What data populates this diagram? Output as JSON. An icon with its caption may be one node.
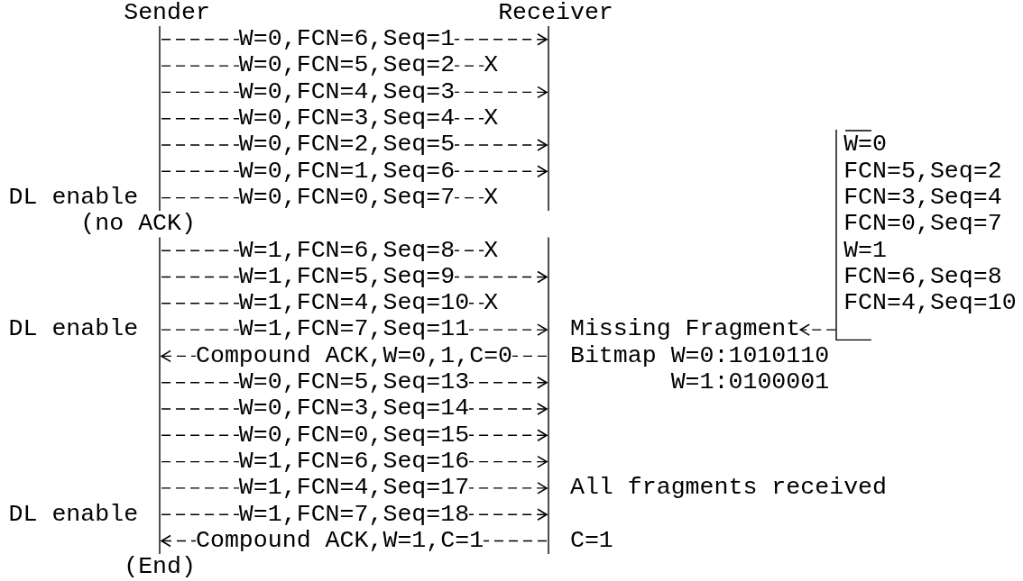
{
  "diagram": {
    "nodes": [
      {
        "text": [
          "Sender"
        ]
      },
      {
        "text": [
          "Receiver"
        ]
      },
      {
        "text": [
          "W=0",
          "FCN=5,Seq=2",
          "FCN=3,Seq=4",
          "FCN=0,Seq=7",
          "W=1",
          "FCN=6,Seq=8",
          "FCN=4,Seq=10"
        ]
      },
      {
        "text": [
          "Missing Fragment"
        ]
      },
      {
        "text": [
          "X"
        ]
      },
      {
        "text": [
          "X"
        ]
      },
      {
        "text": [
          "X"
        ]
      },
      {
        "text": [
          "X"
        ]
      },
      {
        "text": [
          "X"
        ]
      }
    ],
    "edges": [
      {
        "from": 0,
        "to": 1,
        "arrow": "to",
        "label": "W=0,FCN=6,Seq=1"
      },
      {
        "from": 0,
        "to": 4,
        "arrow": "none",
        "label": "W=0,FCN=5,Seq=2"
      },
      {
        "from": 0,
        "to": 1,
        "arrow": "to",
        "label": "W=0,FCN=4,Seq=3"
      },
      {
        "from": 0,
        "to": 5,
        "arrow": "none",
        "label": "W=0,FCN=3,Seq=4"
      },
      {
        "from": 0,
        "to": 1,
        "arrow": "to",
        "label": "W=0,FCN=2,Seq=5"
      },
      {
        "from": 0,
        "to": 1,
        "arrow": "to",
        "label": "W=0,FCN=1,Seq=6"
      },
      {
        "from": 0,
        "to": 6,
        "arrow": "none",
        "label": "W=0,FCN=0,Seq=7"
      },
      {
        "from": 0,
        "to": 7,
        "arrow": "none",
        "label": "W=1,FCN=6,Seq=8"
      },
      {
        "from": 0,
        "to": 1,
        "arrow": "to",
        "label": "W=1,FCN=5,Seq=9"
      },
      {
        "from": 0,
        "to": 8,
        "arrow": "none",
        "label": "W=1,FCN=4,Seq=10"
      },
      {
        "from": 0,
        "to": 1,
        "arrow": "to",
        "label": "W=1,FCN=7,Seq=11"
      },
      {
        "from": 1,
        "to": 0,
        "arrow": "to",
        "label": "Compound ACK,W=0,1,C=0"
      },
      {
        "from": 0,
        "to": 1,
        "arrow": "to",
        "label": "W=0,FCN=5,Seq=13"
      },
      {
        "from": 0,
        "to": 1,
        "arrow": "to",
        "label": "W=0,FCN=3,Seq=14"
      },
      {
        "from": 0,
        "to": 1,
        "arrow": "to",
        "label": "W=0,FCN=0,Seq=15"
      },
      {
        "from": 0,
        "to": 1,
        "arrow": "to",
        "label": "W=1,FCN=6,Seq=16"
      },
      {
        "from": 0,
        "to": 1,
        "arrow": "to",
        "label": "W=1,FCN=4,Seq=17"
      },
      {
        "from": 0,
        "to": 1,
        "arrow": "to",
        "label": "W=1,FCN=7,Seq=18"
      },
      {
        "from": 1,
        "to": 0,
        "arrow": "to",
        "label": "Compound ACK,W=1,C=1"
      },
      {
        "from": 2,
        "to": 3,
        "arrow": "to"
      }
    ],
    "labels": [
      "DL enable",
      "(no ACK)",
      "DL enable",
      "Bitmap W=0:1010110",
      "W=1:0100001",
      "All fragments received",
      "DL enable",
      "C=1",
      "(End)"
    ]
  }
}
